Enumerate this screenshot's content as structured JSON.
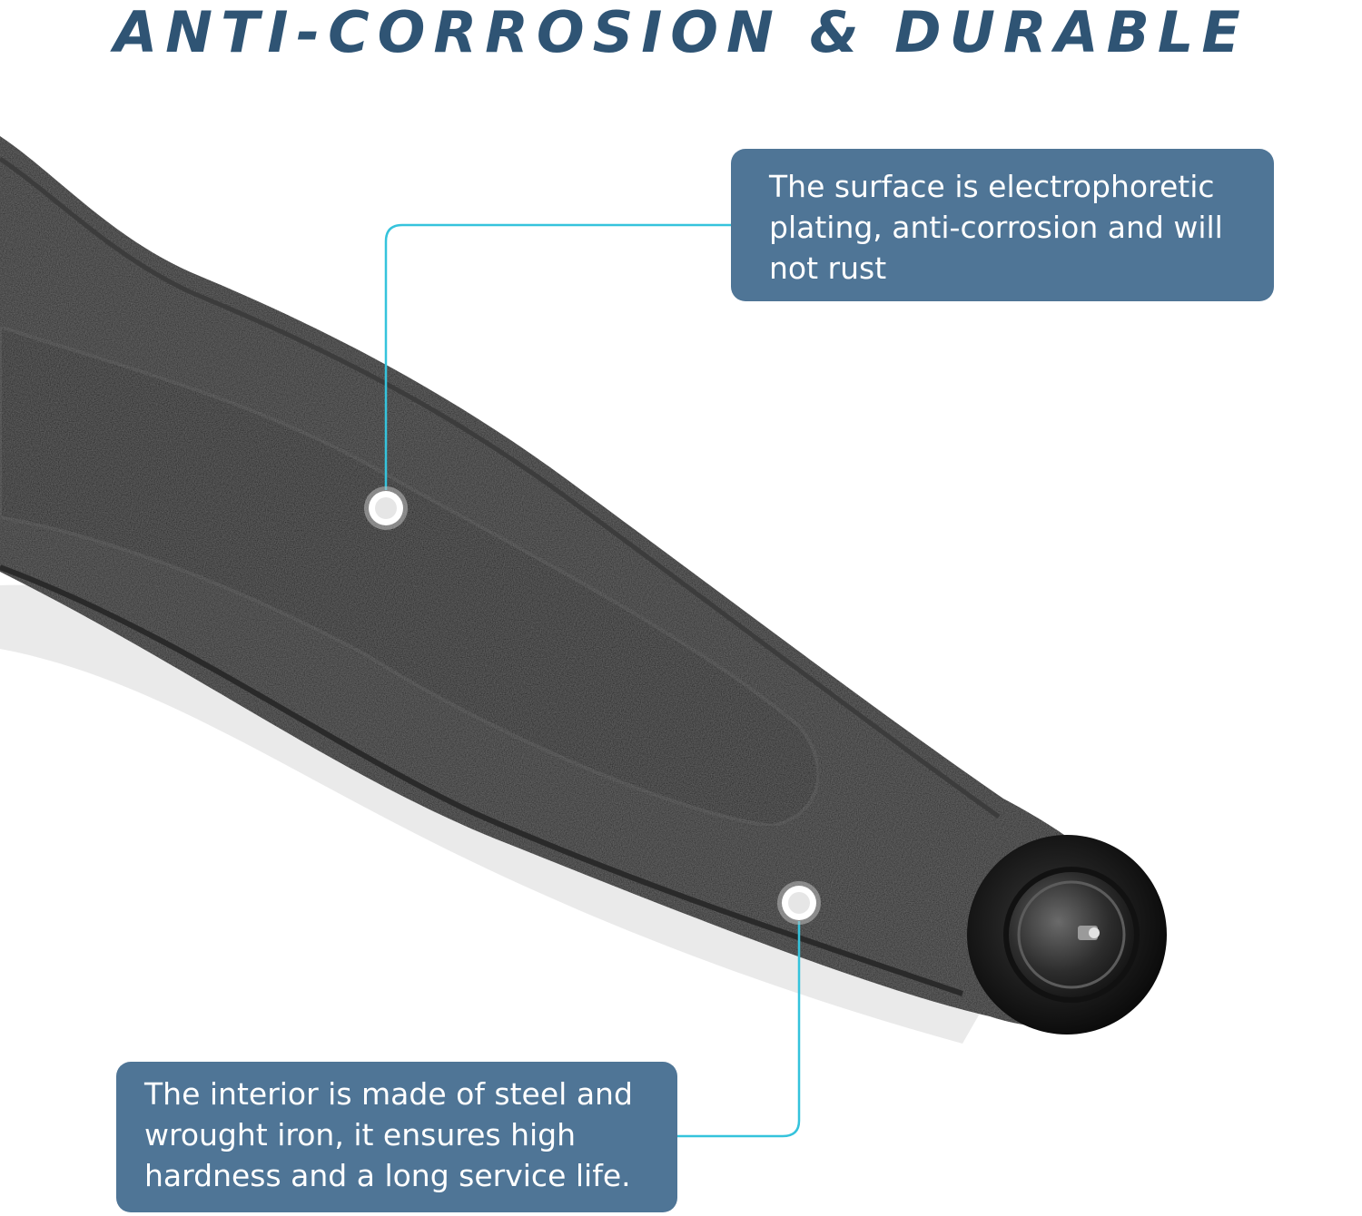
{
  "headline": "ANTI-CORROSION & DURABLE",
  "callouts": {
    "surface": "The surface is electrophoretic plating, anti-corrosion and will not rust",
    "interior": "The interior is made of steel and wrought iron, it ensures high hardness and a long service life."
  },
  "colors": {
    "headline": "#2f5474",
    "callout_bg": "#4f7596",
    "leader_line": "#35c3dc",
    "arm": "#1b1b1b"
  }
}
